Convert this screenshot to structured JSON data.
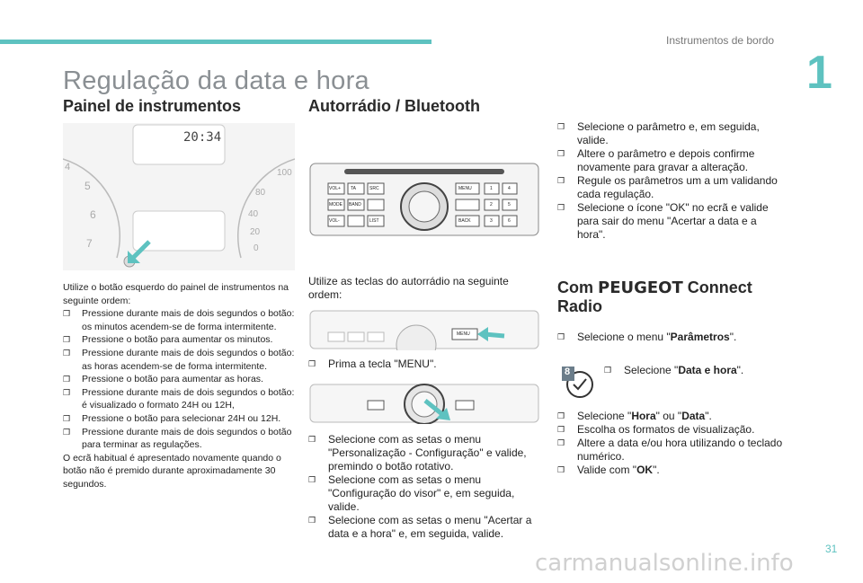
{
  "header": {
    "section": "Instrumentos de bordo",
    "chapter": "1"
  },
  "title": "Regulação da data e hora",
  "instrument": {
    "heading": "Painel de instrumentos",
    "clock": "20:34",
    "intro": "Utilize o botão esquerdo do painel de instrumentos na seguinte ordem:",
    "steps": [
      "Pressione durante mais de dois segundos o botão: os minutos acendem-se de forma intermitente.",
      "Pressione o botão para aumentar os minutos.",
      "Pressione durante mais de dois segundos o botão: as horas acendem-se de forma intermitente.",
      "Pressione o botão para aumentar as horas.",
      "Pressione durante mais de dois segundos o botão: é visualizado o formato 24H ou 12H,",
      "Pressione o botão para selecionar 24H ou 12H.",
      "Pressione durante mais de dois segundos o botão para terminar as regulações."
    ],
    "note": "O ecrã habitual é apresentado novamente quando o botão não é premido durante aproximadamente 30 segundos."
  },
  "radio": {
    "heading": "Autorrádio / Bluetooth",
    "intro": "Utilize as teclas do autorrádio na seguinte ordem:",
    "step_menu": "Prima a tecla \"MENU\".",
    "steps": [
      "Selecione com as setas o menu \"Personalização - Configuração\" e valide, premindo o botão rotativo.",
      "Selecione com as setas o menu \"Configuração do visor\" e, em seguida, valide.",
      "Selecione com as setas o menu \"Acertar a data e a hora\" e, em seguida, valide."
    ],
    "buttons": [
      "VOL+",
      "TA",
      "SRC",
      "MENU",
      "1",
      "4",
      "MODE",
      "BAND",
      "2",
      "5",
      "VOL-",
      "LIST",
      "BACK",
      "3",
      "6"
    ]
  },
  "right_steps": [
    "Selecione o parâmetro e, em seguida, valide.",
    "Altere o parâmetro e depois confirme novamente para gravar a alteração.",
    "Regule os parâmetros um a um validando cada regulação.",
    "Selecione o ícone \"OK\" no ecrã e valide para sair do menu \"Acertar a data e a hora\"."
  ],
  "connect": {
    "heading_pre": "Com ",
    "heading_brand": "PEUGEOT",
    "heading_post": " Connect",
    "heading_line2": "Radio",
    "menu_prefix": "Selecione o menu \"",
    "menu_bold": "Parâmetros",
    "menu_suffix": "\".",
    "icon_badge": "8",
    "date_prefix": "Selecione \"",
    "date_bold": "Data e hora",
    "date_suffix": "\".",
    "hora_prefix": "Selecione \"",
    "hora_bold1": "Hora",
    "hora_mid": "\" ou \"",
    "hora_bold2": "Data",
    "hora_suffix": "\".",
    "steps": [
      "Escolha os formatos de visualização.",
      "Altere a data e/ou hora utilizando o teclado numérico."
    ],
    "ok_prefix": "Valide com \"",
    "ok_bold": "OK",
    "ok_suffix": "\"."
  },
  "marker": "",
  "footer": {
    "page": "31",
    "watermark": "carmanualsonline.info"
  },
  "colors": {
    "accent": "#5ec2c0",
    "title": "#8a8f93"
  }
}
